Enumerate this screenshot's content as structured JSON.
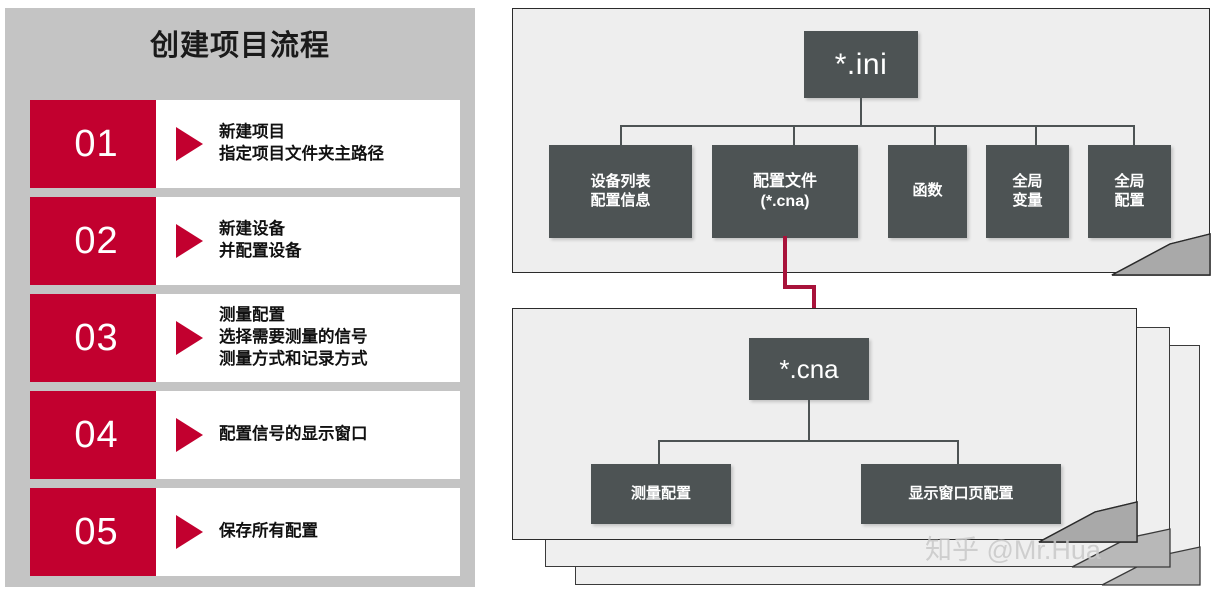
{
  "left_panel": {
    "title": "创建项目流程",
    "accent_color": "#c2002f",
    "panel_bg": "#c4c4c4",
    "steps": [
      {
        "number": "01",
        "text": "新建项目\n指定项目文件夹主路径"
      },
      {
        "number": "02",
        "text": "新建设备\n并配置设备"
      },
      {
        "number": "03",
        "text": "测量配置\n选择需要测量的信号\n测量方式和记录方式"
      },
      {
        "number": "04",
        "text": "配置信号的显示窗口"
      },
      {
        "number": "05",
        "text": "保存所有配置"
      }
    ]
  },
  "right_panel": {
    "node_color": "#4d5354",
    "sheet_color": "#eeeeee",
    "connector_color": "#4d5354",
    "highlight_color": "#a8123a",
    "top_sheet": {
      "root": "*.ini",
      "children": [
        "设备列表\n配置信息",
        "配置文件\n(*.cna)",
        "函数",
        "全局\n变量",
        "全局\n配置"
      ]
    },
    "bottom_sheet": {
      "root": "*.cna",
      "children": [
        "测量配置",
        "显示窗口页配置"
      ],
      "stacked_pages": 3
    }
  },
  "watermark": {
    "text": "知乎 @Mr.Hua"
  }
}
